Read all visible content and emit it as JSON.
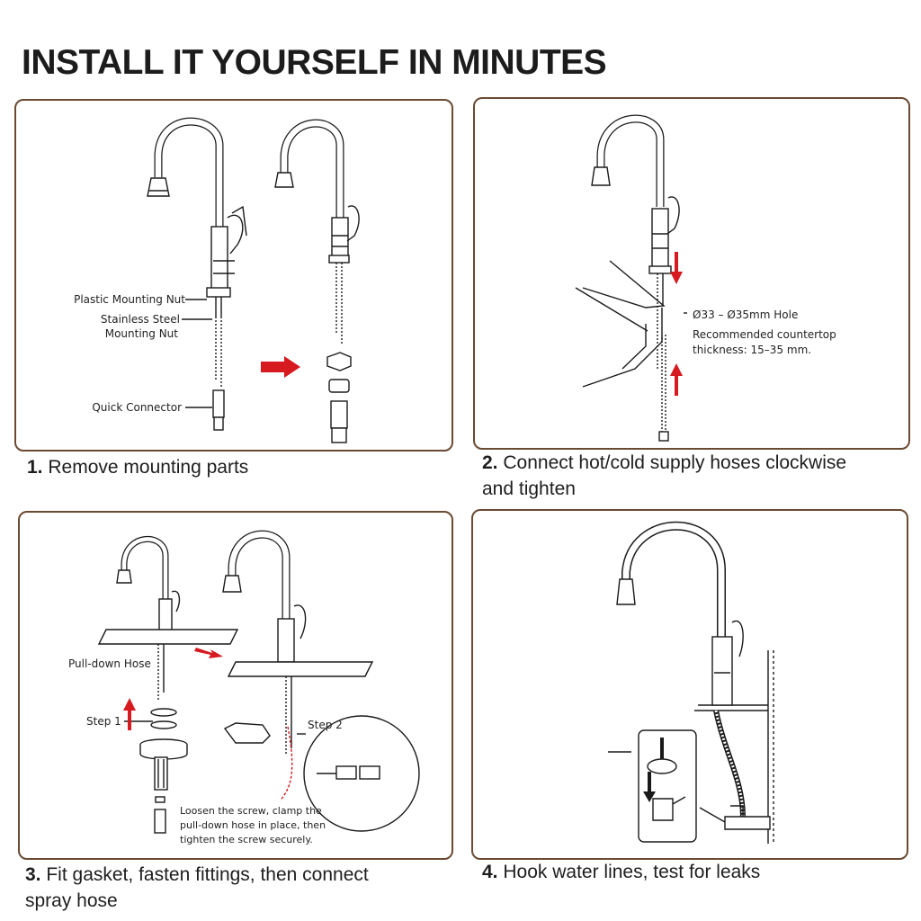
{
  "title": "INSTALL IT YOURSELF IN MINUTES",
  "colors": {
    "border": "#6b4a33",
    "arrow": "#d71920",
    "line": "#1a1a1a"
  },
  "steps": [
    {
      "num": "1.",
      "text": "Remove mounting parts",
      "labels": {
        "plastic_nut": "Plastic Mounting Nut",
        "steel_nut_1": "Stainless Steel",
        "steel_nut_2": "Mounting Nut",
        "quick_connector": "Quick Connector"
      }
    },
    {
      "num": "2.",
      "text": "Connect hot/cold supply hoses clockwise",
      "text2": "and tighten",
      "labels": {
        "hole": "Ø33  – Ø35mm Hole",
        "recommend_1": "Recommended countertop",
        "recommend_2": "thickness: 15–35 mm."
      }
    },
    {
      "num": "3.",
      "text": "Fit gasket, fasten fittings, then connect",
      "text2": "spray hose",
      "labels": {
        "pull_down": "Pull-down Hose",
        "step1": "Step 1",
        "step2": "Step 2",
        "loosen_1": "Loosen the screw, clamp the",
        "loosen_2": "pull-down hose in place, then",
        "loosen_3": "tighten the screw securely."
      }
    },
    {
      "num": "4.",
      "text": "Hook water lines, test for leaks"
    }
  ]
}
